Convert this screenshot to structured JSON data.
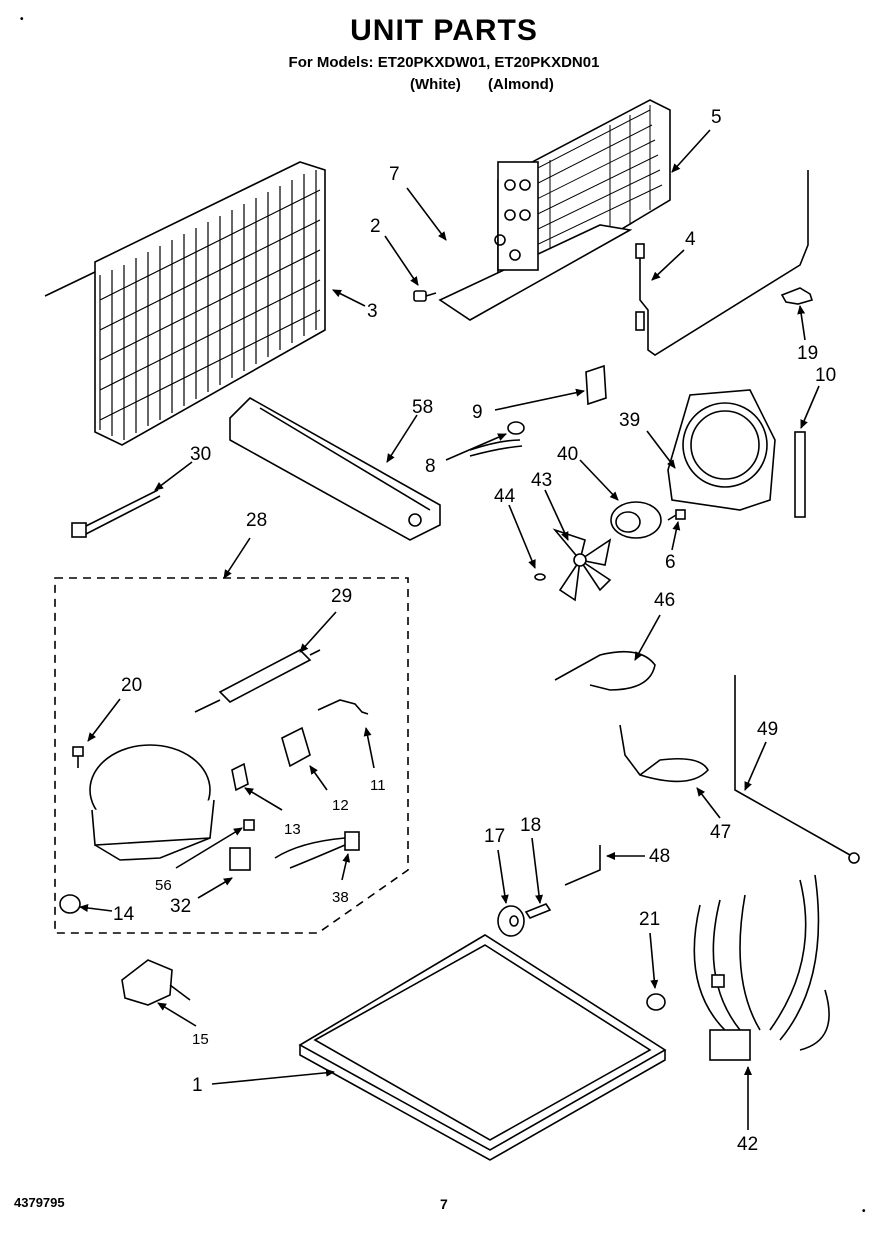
{
  "header": {
    "title": "UNIT PARTS",
    "models_line": "For Models: ET20PKXDW01, ET20PKXDN01",
    "color_white": "(White)",
    "color_almond": "(Almond)"
  },
  "footer": {
    "doc_number": "4379795",
    "page_number": "7"
  },
  "part_labels": {
    "p1": "1",
    "p2": "2",
    "p3": "3",
    "p4": "4",
    "p5": "5",
    "p6": "6",
    "p7": "7",
    "p8": "8",
    "p9": "9",
    "p10": "10",
    "p11": "11",
    "p12": "12",
    "p13": "13",
    "p14": "14",
    "p15": "15",
    "p17": "17",
    "p18": "18",
    "p19": "19",
    "p20": "20",
    "p21": "21",
    "p28": "28",
    "p29": "29",
    "p30": "30",
    "p32": "32",
    "p38": "38",
    "p39": "39",
    "p40": "40",
    "p42": "42",
    "p43": "43",
    "p44": "44",
    "p46": "46",
    "p47": "47",
    "p48": "48",
    "p49": "49",
    "p56": "56",
    "p58": "58"
  }
}
